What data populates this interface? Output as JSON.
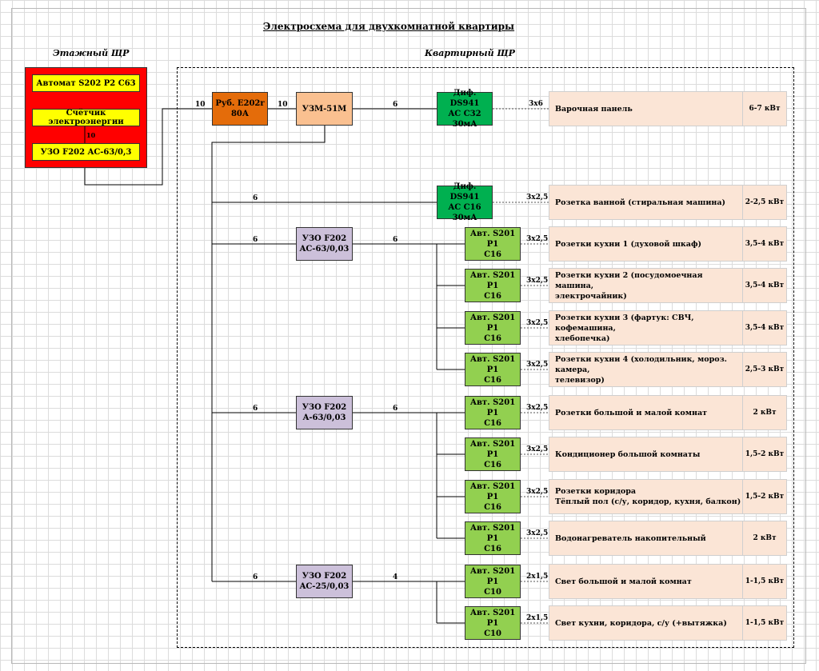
{
  "title": "Электросхема для двухкомнатной квартиры",
  "floor_panel": {
    "label": "Этажный ЩР",
    "items": [
      "Автомат S202 P2 C63",
      "Счётчик электроэнергии",
      "УЗО F202 AC-63/0,3"
    ],
    "inner_cable": "10"
  },
  "apartment_panel": {
    "label": "Квартирный ЩР"
  },
  "main_chain": {
    "cable_in": "10",
    "switch": "Руб. Е202r\n80А",
    "cable_switch_uzm": "10",
    "uzm": "УЗМ-51М",
    "cable_uzm_dif": "6"
  },
  "branch_cables": [
    "6",
    "6",
    "6",
    "6"
  ],
  "rcds": [
    {
      "label": "УЗО F202\nAC-63/0,03",
      "cable_out": "6"
    },
    {
      "label": "УЗО F202\nA-63/0,03",
      "cable_out": "6"
    },
    {
      "label": "УЗО F202\nAC-25/0,03",
      "cable_out": "4"
    }
  ],
  "circuits": [
    {
      "device": "Диф. DS941\nAC C32\n30мА",
      "wire": "3x6",
      "load": "Варочная панель",
      "power": "6-7 кВт"
    },
    {
      "device": "Диф. DS941\nAC C16\n30мА",
      "wire": "3x2,5",
      "load": "Розетка ванной (стиральная машина)",
      "power": "2-2,5 кВт"
    },
    {
      "device": "Авт. S201 P1\nC16",
      "wire": "3x2,5",
      "load": "Розетки кухни 1 (духовой шкаф)",
      "power": "3,5-4 кВт"
    },
    {
      "device": "Авт. S201 P1\nC16",
      "wire": "3x2,5",
      "load": "Розетки кухни 2 (посудомоечная машина,\nэлектрочайник)",
      "power": "3,5-4 кВт"
    },
    {
      "device": "Авт. S201 P1\nC16",
      "wire": "3x2,5",
      "load": "Розетки кухни 3 (фартук: СВЧ, кофемашина,\nхлебопечка)",
      "power": "3,5-4 кВт"
    },
    {
      "device": "Авт. S201 P1\nC16",
      "wire": "3x2,5",
      "load": "Розетки кухни 4 (холодильник, мороз. камера,\nтелевизор)",
      "power": "2,5-3 кВт"
    },
    {
      "device": "Авт. S201 P1\nC16",
      "wire": "3x2,5",
      "load": "Розетки большой и малой комнат",
      "power": "2 кВт"
    },
    {
      "device": "Авт. S201 P1\nC16",
      "wire": "3x2,5",
      "load": "Кондиционер большой комнаты",
      "power": "1,5-2 кВт"
    },
    {
      "device": "Авт. S201 P1\nC16",
      "wire": "3x2,5",
      "load": "Розетки коридора\nТёплый пол (с/у, коридор, кухня, балкон)",
      "power": "1,5-2 кВт"
    },
    {
      "device": "Авт. S201 P1\nC16",
      "wire": "3x2,5",
      "load": "Водонагреватель накопительный",
      "power": "2 кВт"
    },
    {
      "device": "Авт. S201 P1\nC10",
      "wire": "2x1,5",
      "load": "Свет большой и малой комнат",
      "power": "1-1,5 кВт"
    },
    {
      "device": "Авт. S201 P1\nC10",
      "wire": "2x1,5",
      "load": "Свет кухни, коридора, с/у (+вытяжка)",
      "power": "1-1,5 кВт"
    }
  ],
  "colors": {
    "floor_panel": "#ff0000",
    "floor_items": "#ffff00",
    "switch": "#e46c0a",
    "uzm": "#fac090",
    "diff_breaker": "#00b050",
    "rcd": "#ccc0da",
    "breaker": "#92d050",
    "load": "#fbe5d6"
  }
}
